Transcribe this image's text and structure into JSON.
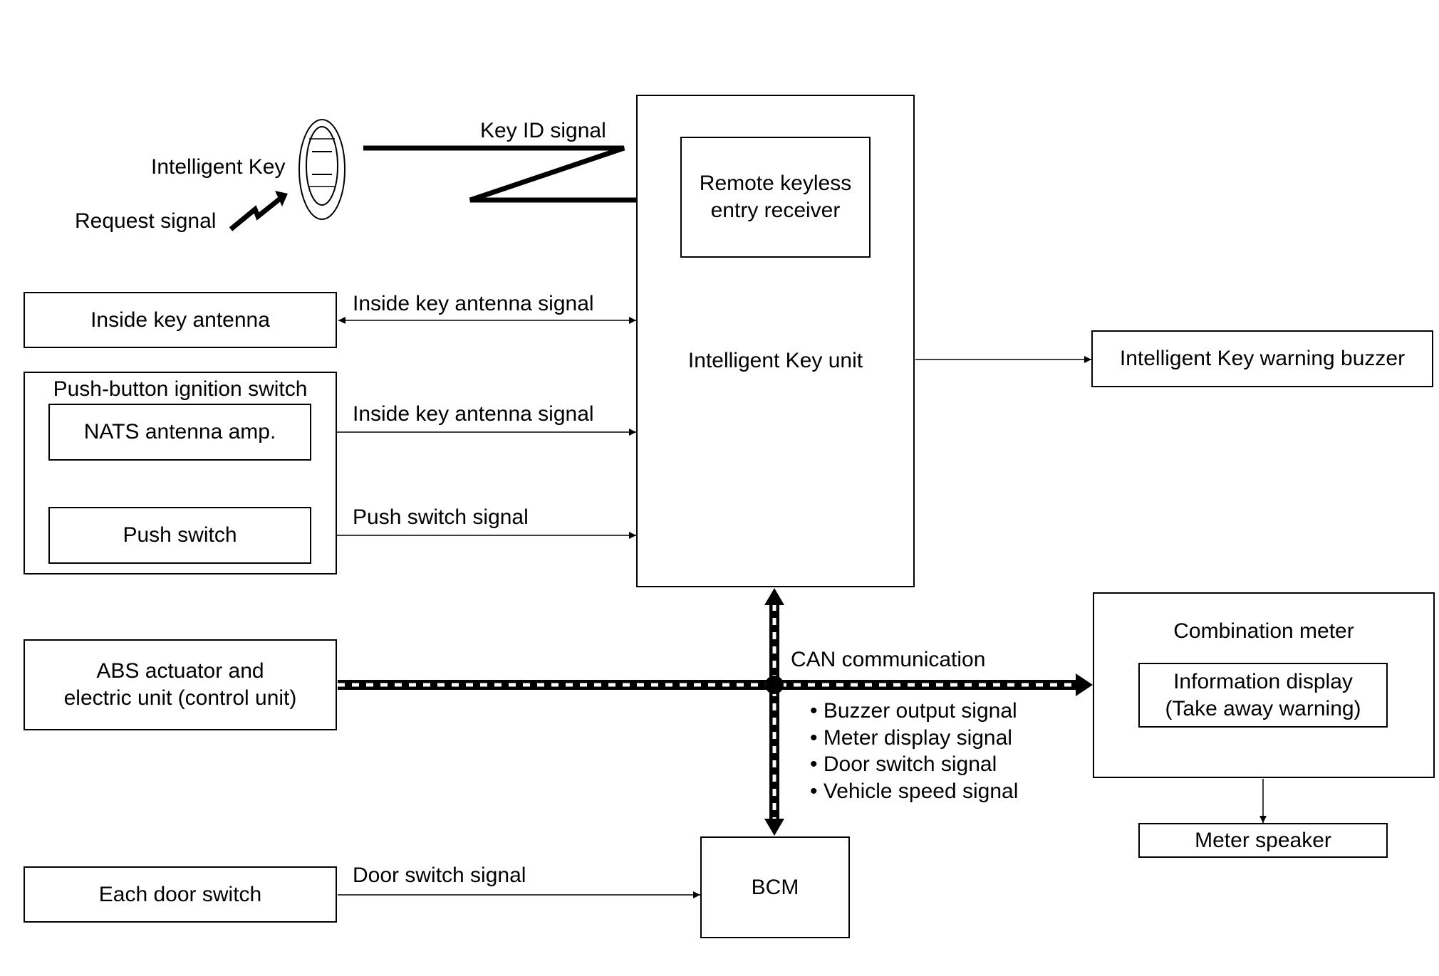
{
  "intelligent_key": {
    "label": "Intelligent Key",
    "request_signal": "Request signal",
    "key_id_signal": "Key ID signal"
  },
  "intelligent_key_unit": {
    "label": "Intelligent Key unit",
    "receiver": {
      "line1": "Remote keyless",
      "line2": "entry receiver"
    }
  },
  "inside_key_antenna": {
    "label": "Inside key antenna",
    "signal": "Inside key antenna signal"
  },
  "push_button_ignition_switch": {
    "label": "Push-button ignition switch",
    "nats_antenna_amp": "NATS antenna amp.",
    "nats_signal": "Inside key antenna signal",
    "push_switch": "Push switch",
    "push_switch_signal": "Push switch signal"
  },
  "warning_buzzer": {
    "label": "Intelligent Key warning buzzer"
  },
  "abs_unit": {
    "line1": "ABS actuator and",
    "line2": "electric unit (control unit)"
  },
  "can": {
    "label": "CAN communication",
    "signals": [
      "Buzzer output signal",
      "Meter display signal",
      "Door switch signal",
      "Vehicle speed signal"
    ]
  },
  "combination_meter": {
    "label": "Combination meter",
    "info_display": {
      "line1": "Information display",
      "line2": "(Take away warning)"
    },
    "meter_speaker": "Meter speaker"
  },
  "bcm": {
    "label": "BCM"
  },
  "door_switch": {
    "label": "Each door switch",
    "signal": "Door switch signal"
  },
  "colors": {
    "line": "#000000",
    "background": "#ffffff"
  }
}
